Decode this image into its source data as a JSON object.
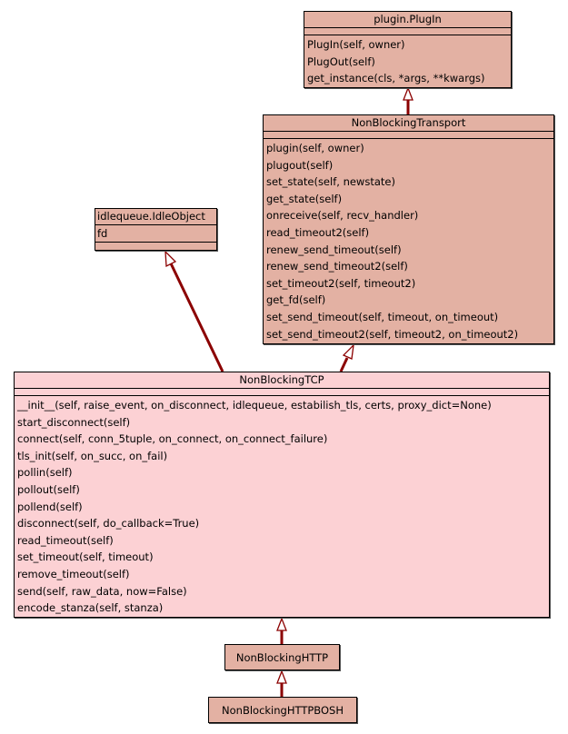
{
  "colors": {
    "base_fill": "#e3b1a3",
    "focus_fill": "#fcd1d4",
    "edge": "#8b0000"
  },
  "classes": {
    "plugin": {
      "name": "plugin.PlugIn",
      "attributes": [],
      "methods": [
        "PlugIn(self, owner)",
        "PlugOut(self)",
        "get_instance(cls, *args, **kwargs)"
      ]
    },
    "transport": {
      "name": "NonBlockingTransport",
      "attributes": [],
      "methods": [
        "plugin(self, owner)",
        "plugout(self)",
        "set_state(self, newstate)",
        "get_state(self)",
        "onreceive(self, recv_handler)",
        "read_timeout2(self)",
        "renew_send_timeout(self)",
        "renew_send_timeout2(self)",
        "set_timeout2(self, timeout2)",
        "get_fd(self)",
        "set_send_timeout(self, timeout, on_timeout)",
        "set_send_timeout2(self, timeout2, on_timeout2)"
      ]
    },
    "idle": {
      "name": "idlequeue.IdleObject",
      "attributes": [
        "fd"
      ],
      "methods": []
    },
    "tcp": {
      "name": "NonBlockingTCP",
      "attributes": [],
      "methods": [
        "__init__(self, raise_event, on_disconnect, idlequeue, estabilish_tls, certs, proxy_dict=None)",
        "start_disconnect(self)",
        "connect(self, conn_5tuple, on_connect, on_connect_failure)",
        "tls_init(self, on_succ, on_fail)",
        "pollin(self)",
        "pollout(self)",
        "pollend(self)",
        "disconnect(self, do_callback=True)",
        "read_timeout(self)",
        "set_timeout(self, timeout)",
        "remove_timeout(self)",
        "send(self, raw_data, now=False)",
        "encode_stanza(self, stanza)"
      ]
    },
    "http": {
      "name": "NonBlockingHTTP"
    },
    "bosh": {
      "name": "NonBlockingHTTPBOSH"
    }
  },
  "edges": [
    {
      "from": "NonBlockingTransport",
      "to": "plugin.PlugIn",
      "type": "inheritance"
    },
    {
      "from": "NonBlockingTCP",
      "to": "idlequeue.IdleObject",
      "type": "inheritance"
    },
    {
      "from": "NonBlockingTCP",
      "to": "NonBlockingTransport",
      "type": "inheritance"
    },
    {
      "from": "NonBlockingHTTP",
      "to": "NonBlockingTCP",
      "type": "inheritance"
    },
    {
      "from": "NonBlockingHTTPBOSH",
      "to": "NonBlockingHTTP",
      "type": "inheritance"
    }
  ]
}
